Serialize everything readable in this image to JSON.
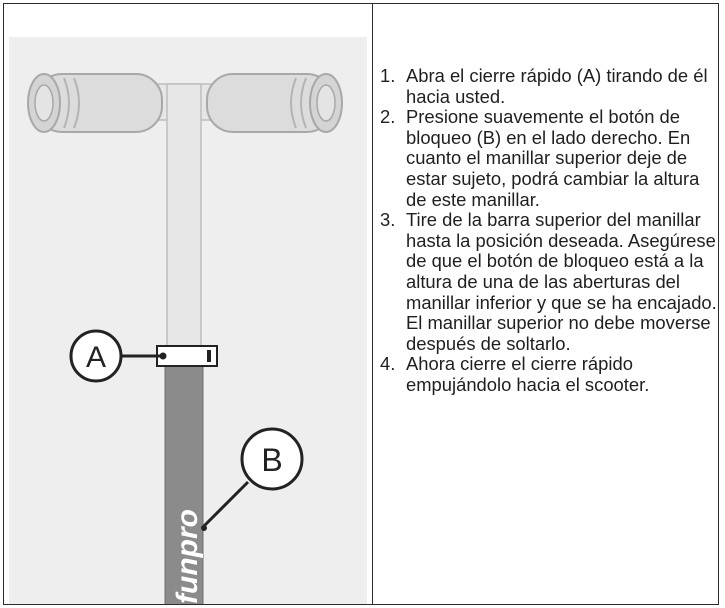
{
  "figure": {
    "background_color": "#eeeeee",
    "handle_color": "#dcdcdc",
    "upper_bar_color": "#e7e7e7",
    "lower_bar_color": "#8b8b8b",
    "callout_a": "A",
    "callout_b": "B",
    "brand_logo": "funpro"
  },
  "instructions": [
    {
      "number": "1.",
      "text": "Abra el cierre rápido (A) tirando de él hacia usted."
    },
    {
      "number": "2.",
      "text": "Presione suavemente el botón de bloqueo (B) en el lado derecho. En cuanto el manillar superior deje de estar sujeto, podrá cambiar la altura de este manillar."
    },
    {
      "number": "3.",
      "text": "Tire de la barra superior del manillar hasta la posición deseada. Asegúrese de que el botón de bloqueo está a la altura de una de las aberturas del manillar inferior y que se ha encajado. El manillar superior no debe moverse después de soltarlo."
    },
    {
      "number": "4.",
      "text": "Ahora cierre el cierre rápido empujándolo hacia el scooter."
    }
  ]
}
